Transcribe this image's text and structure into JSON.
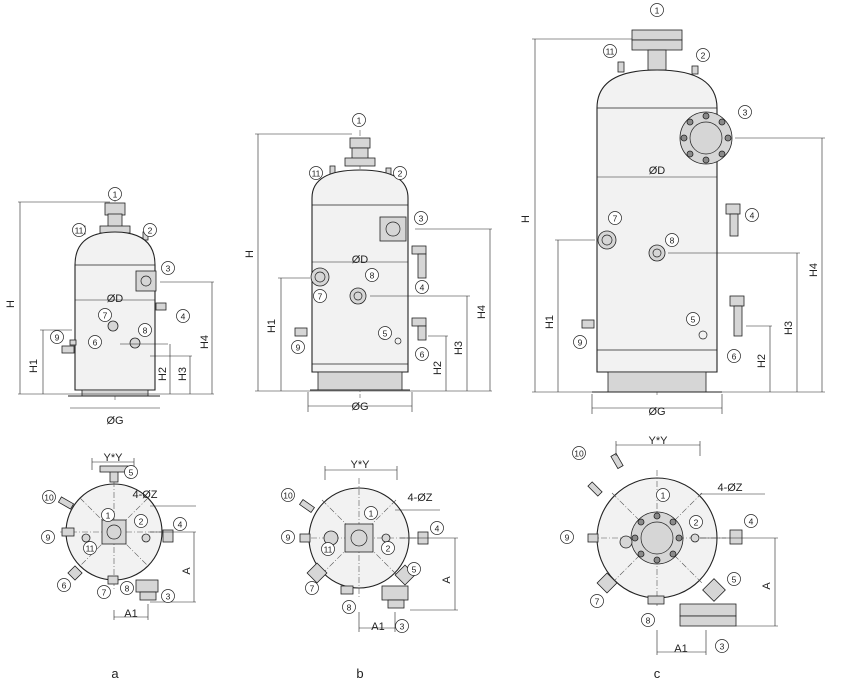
{
  "views": [
    {
      "id": "a",
      "caption": "a",
      "dimensions": {
        "height": "H",
        "shell_diameter": "ØD",
        "base_diameter": "ØG",
        "h1": "H1",
        "h2": "H2",
        "h3": "H3",
        "h4": "H4"
      },
      "top_dimensions": {
        "pitch": "Y*Y",
        "bolt_holes": "4-ØZ",
        "offset_a": "A",
        "offset_a1": "A1"
      },
      "callouts_side": [
        "1",
        "11",
        "2",
        "3",
        "4",
        "7",
        "8",
        "9",
        "6"
      ],
      "callouts_top": [
        "5",
        "10",
        "1",
        "2",
        "4",
        "9",
        "11",
        "6",
        "7",
        "8",
        "3"
      ]
    },
    {
      "id": "b",
      "caption": "b",
      "dimensions": {
        "height": "H",
        "shell_diameter": "ØD",
        "base_diameter": "ØG",
        "h1": "H1",
        "h2": "H2",
        "h3": "H3",
        "h4": "H4"
      },
      "top_dimensions": {
        "pitch": "Y*Y",
        "bolt_holes": "4-ØZ",
        "offset_a": "A",
        "offset_a1": "A1"
      },
      "callouts_side": [
        "1",
        "11",
        "2",
        "3",
        "7",
        "8",
        "4",
        "5",
        "9",
        "6"
      ],
      "callouts_top": [
        "10",
        "1",
        "4",
        "9",
        "11",
        "2",
        "5",
        "7",
        "8",
        "3"
      ]
    },
    {
      "id": "c",
      "caption": "c",
      "dimensions": {
        "height": "H",
        "shell_diameter": "ØD",
        "base_diameter": "ØG",
        "h1": "H1",
        "h2": "H2",
        "h3": "H3",
        "h4": "H4"
      },
      "top_dimensions": {
        "pitch": "Y*Y",
        "bolt_holes": "4-ØZ",
        "offset_a": "A",
        "offset_a1": "A1"
      },
      "callouts_side": [
        "1",
        "11",
        "2",
        "3",
        "4",
        "7",
        "8",
        "5",
        "9",
        "6"
      ],
      "callouts_top": [
        "10",
        "1",
        "2",
        "4",
        "9",
        "5",
        "7",
        "8",
        "3"
      ]
    }
  ]
}
